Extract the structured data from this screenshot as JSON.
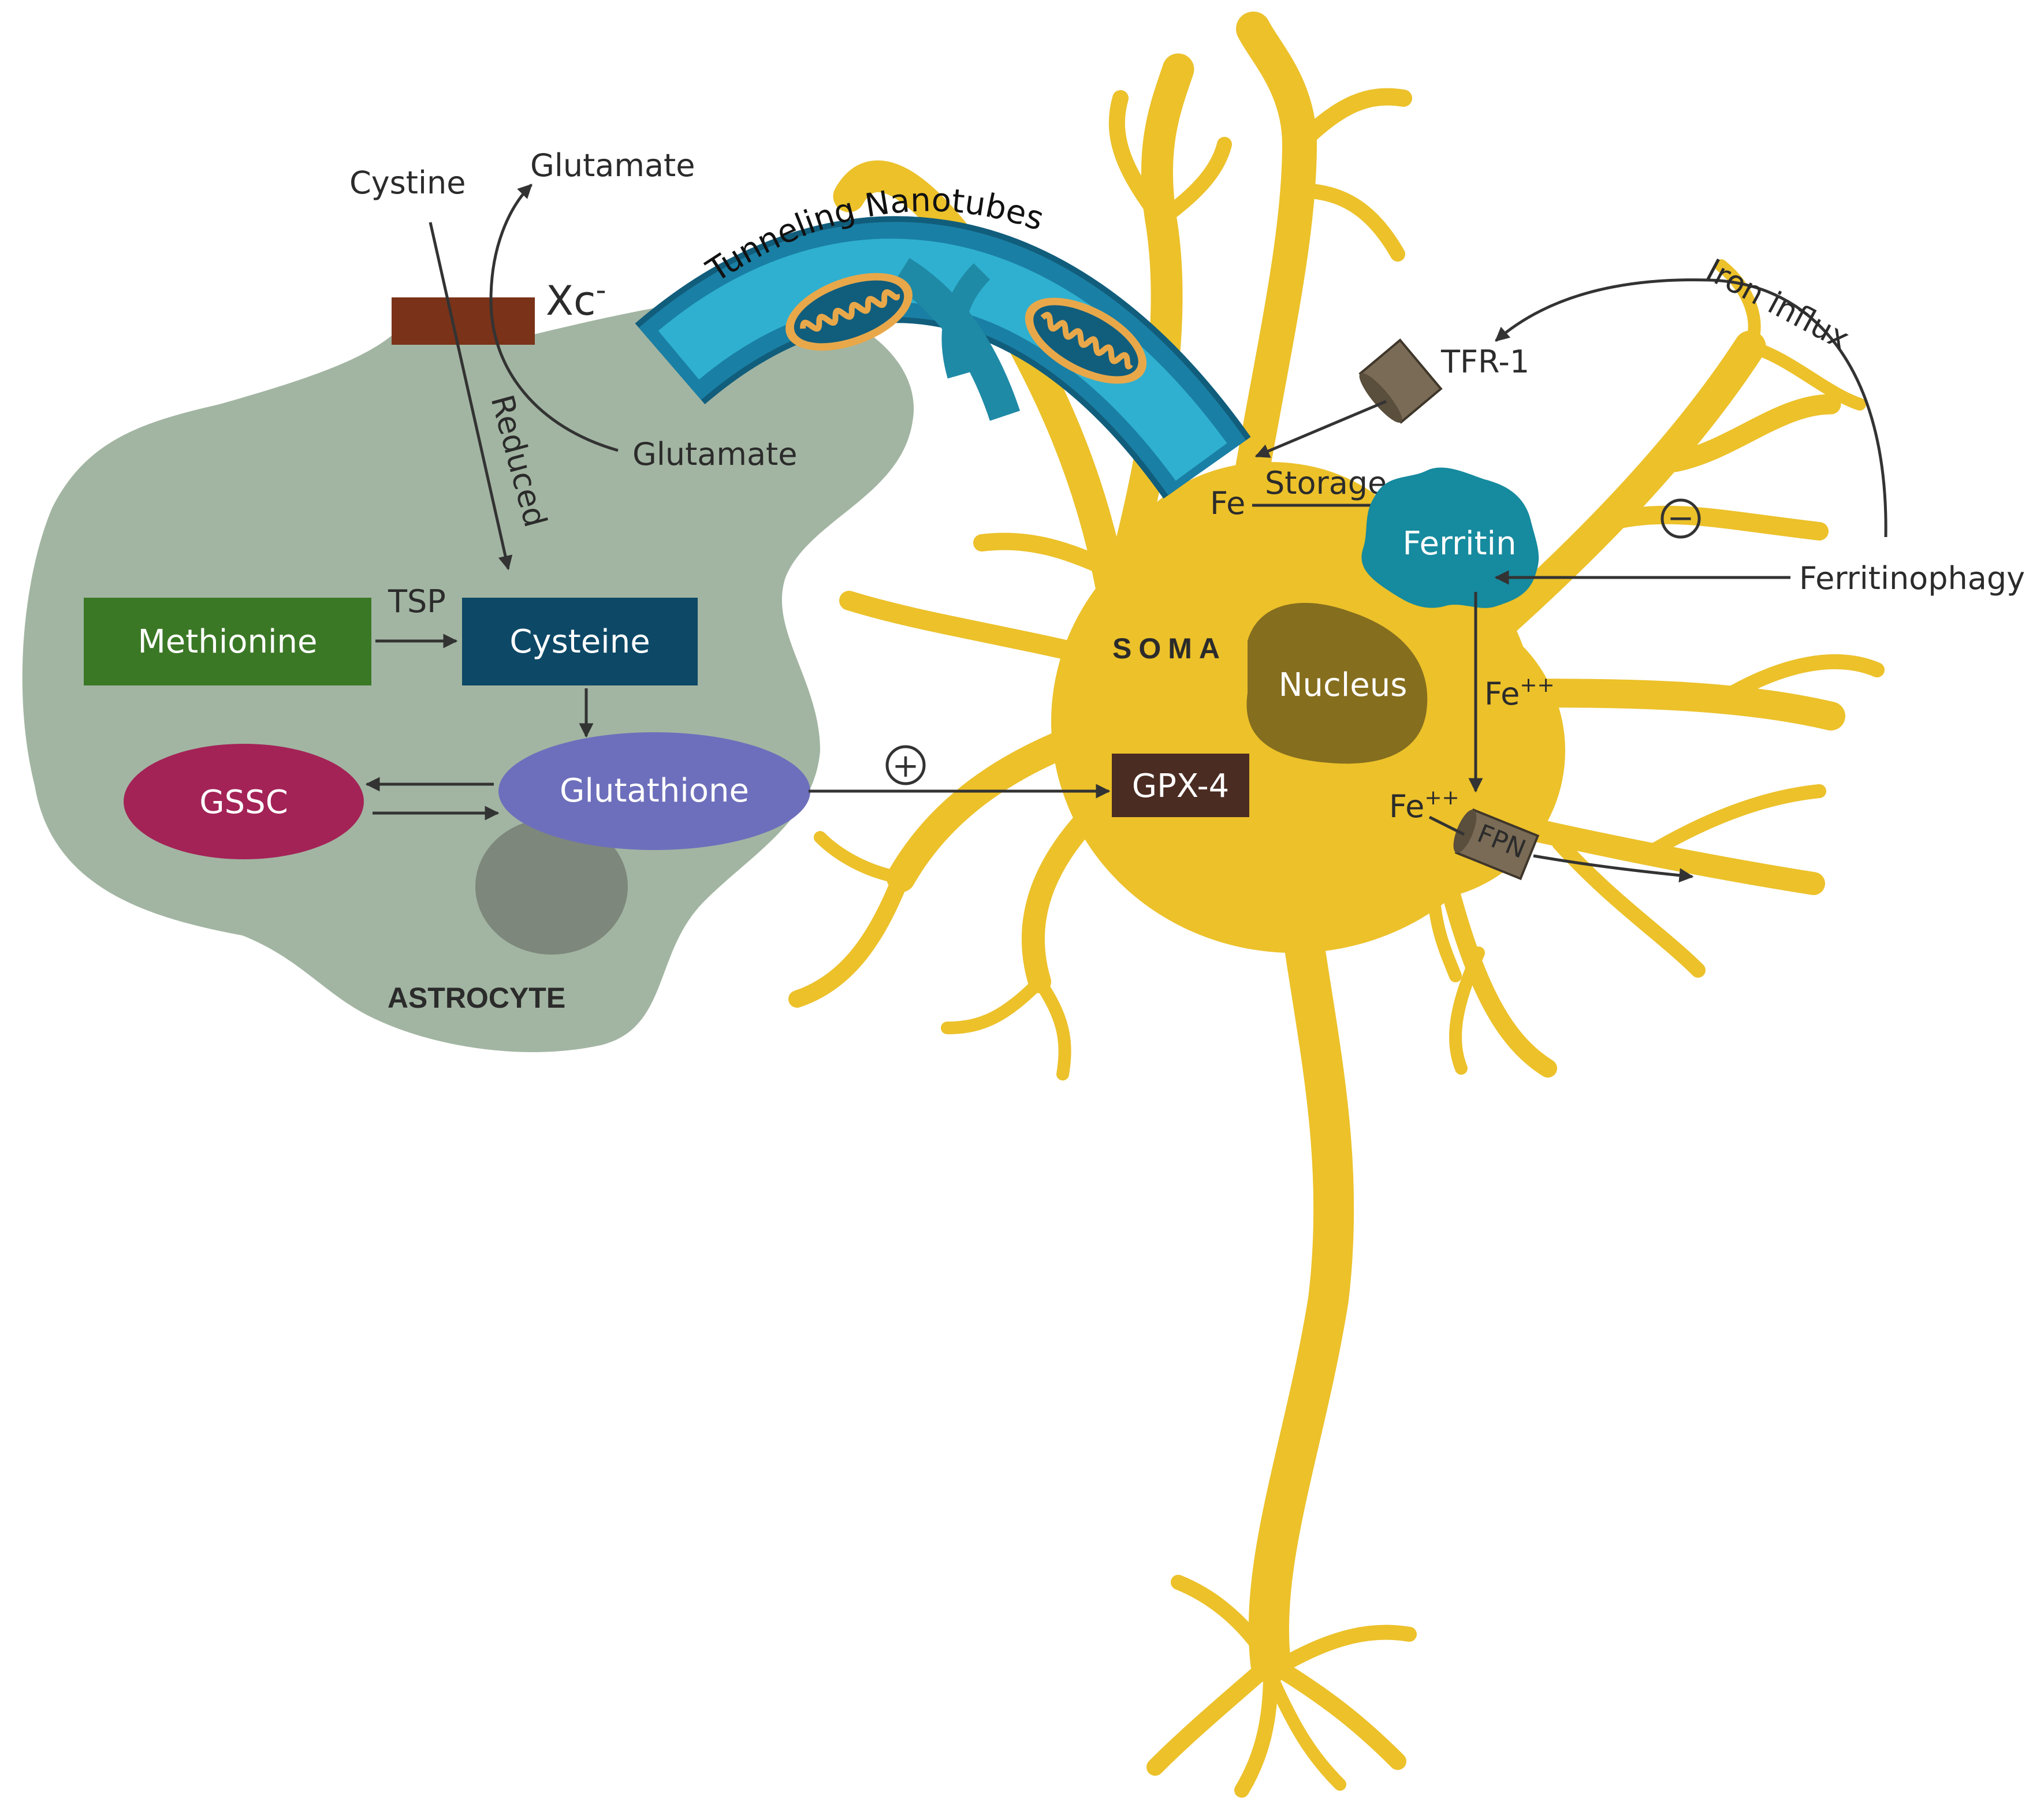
{
  "labels": {
    "cystine": "Cystine",
    "glutamate_out": "Glutamate",
    "xc": "Xc",
    "xc_sup": "-",
    "reduced": "Reduced",
    "glutamate_in": "Glutamate",
    "tunneling_nanotubes": "Tunneling Nanotubes",
    "tsp": "TSP",
    "methionine": "Methionine",
    "cysteine": "Cysteine",
    "gssc": "GSSC",
    "glutathione": "Glutathione",
    "plus": "+",
    "astrocyte": "ASTROCYTE",
    "gpx4": "GPX-4",
    "soma": "SOMA",
    "nucleus": "Nucleus",
    "fe": "Fe",
    "storage": "Storage",
    "ferritin": "Ferritin",
    "tfr1": "TFR-1",
    "iron_influx": "Iron influx",
    "minus": "−",
    "ferritinophagy": "Ferritinophagy",
    "fe2_base": "Fe",
    "fe2_sup": "++",
    "fe2b_base": "Fe",
    "fe2b_sup": "++",
    "fpn": "FPN"
  },
  "colors": {
    "astrocyte": "#a2b5a2",
    "neuron": "#ecc12a",
    "methionine": "#3b7826",
    "cysteine": "#0d4866",
    "glutathione": "#6d6fbc",
    "gssc": "#a32357",
    "gpx4": "#4b2c22",
    "xc_transporter": "#7a3218",
    "ferritin": "#168a9e",
    "nucleus": "#856e1e",
    "tube_outer": "#1a7fa4",
    "tube_inner": "#2fb0d0",
    "channel": "#7a6b56"
  }
}
